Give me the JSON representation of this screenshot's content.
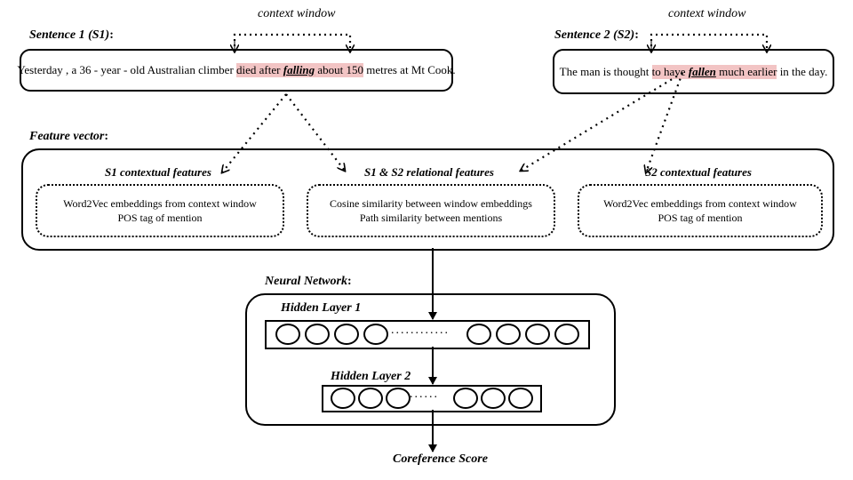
{
  "sentence1": {
    "label": "Sentence 1 (S1)",
    "colon": ":",
    "context_label": "context window",
    "pre": "Yesterday , a 36 - year - old Australian climber ",
    "window_before": "died after ",
    "mention": "falling",
    "window_after": " about 150",
    "post": " metres at Mt Cook."
  },
  "sentence2": {
    "label": "Sentence 2 (S2)",
    "colon": ":",
    "context_label": "context window",
    "pre": "The man is thought ",
    "window_before": "to have ",
    "mention": "fallen",
    "window_after": " much earlier",
    "post": " in the day."
  },
  "feature_vector": {
    "label": "Feature vector",
    "colon": ":",
    "groups": [
      {
        "title": "S1 contextual features",
        "lines": [
          "Word2Vec embeddings from context window",
          "POS tag of mention"
        ]
      },
      {
        "title": "S1 & S2  relational features",
        "lines": [
          "Cosine similarity between window embeddings",
          "Path similarity between mentions"
        ]
      },
      {
        "title": "S2 contextual features",
        "lines": [
          "Word2Vec embeddings from context window",
          "POS tag of mention"
        ]
      }
    ]
  },
  "neural_network": {
    "label": "Neural Network",
    "colon": ":",
    "layers": [
      {
        "label": "Hidden Layer 1",
        "left_nodes": 4,
        "right_nodes": 4,
        "ellipsis": "............"
      },
      {
        "label": "Hidden Layer 2",
        "left_nodes": 3,
        "right_nodes": 3,
        "ellipsis": "......"
      }
    ]
  },
  "output": {
    "label": "Coreference Score"
  },
  "colors": {
    "highlight": "#f2c4c4",
    "stroke": "#000000"
  }
}
